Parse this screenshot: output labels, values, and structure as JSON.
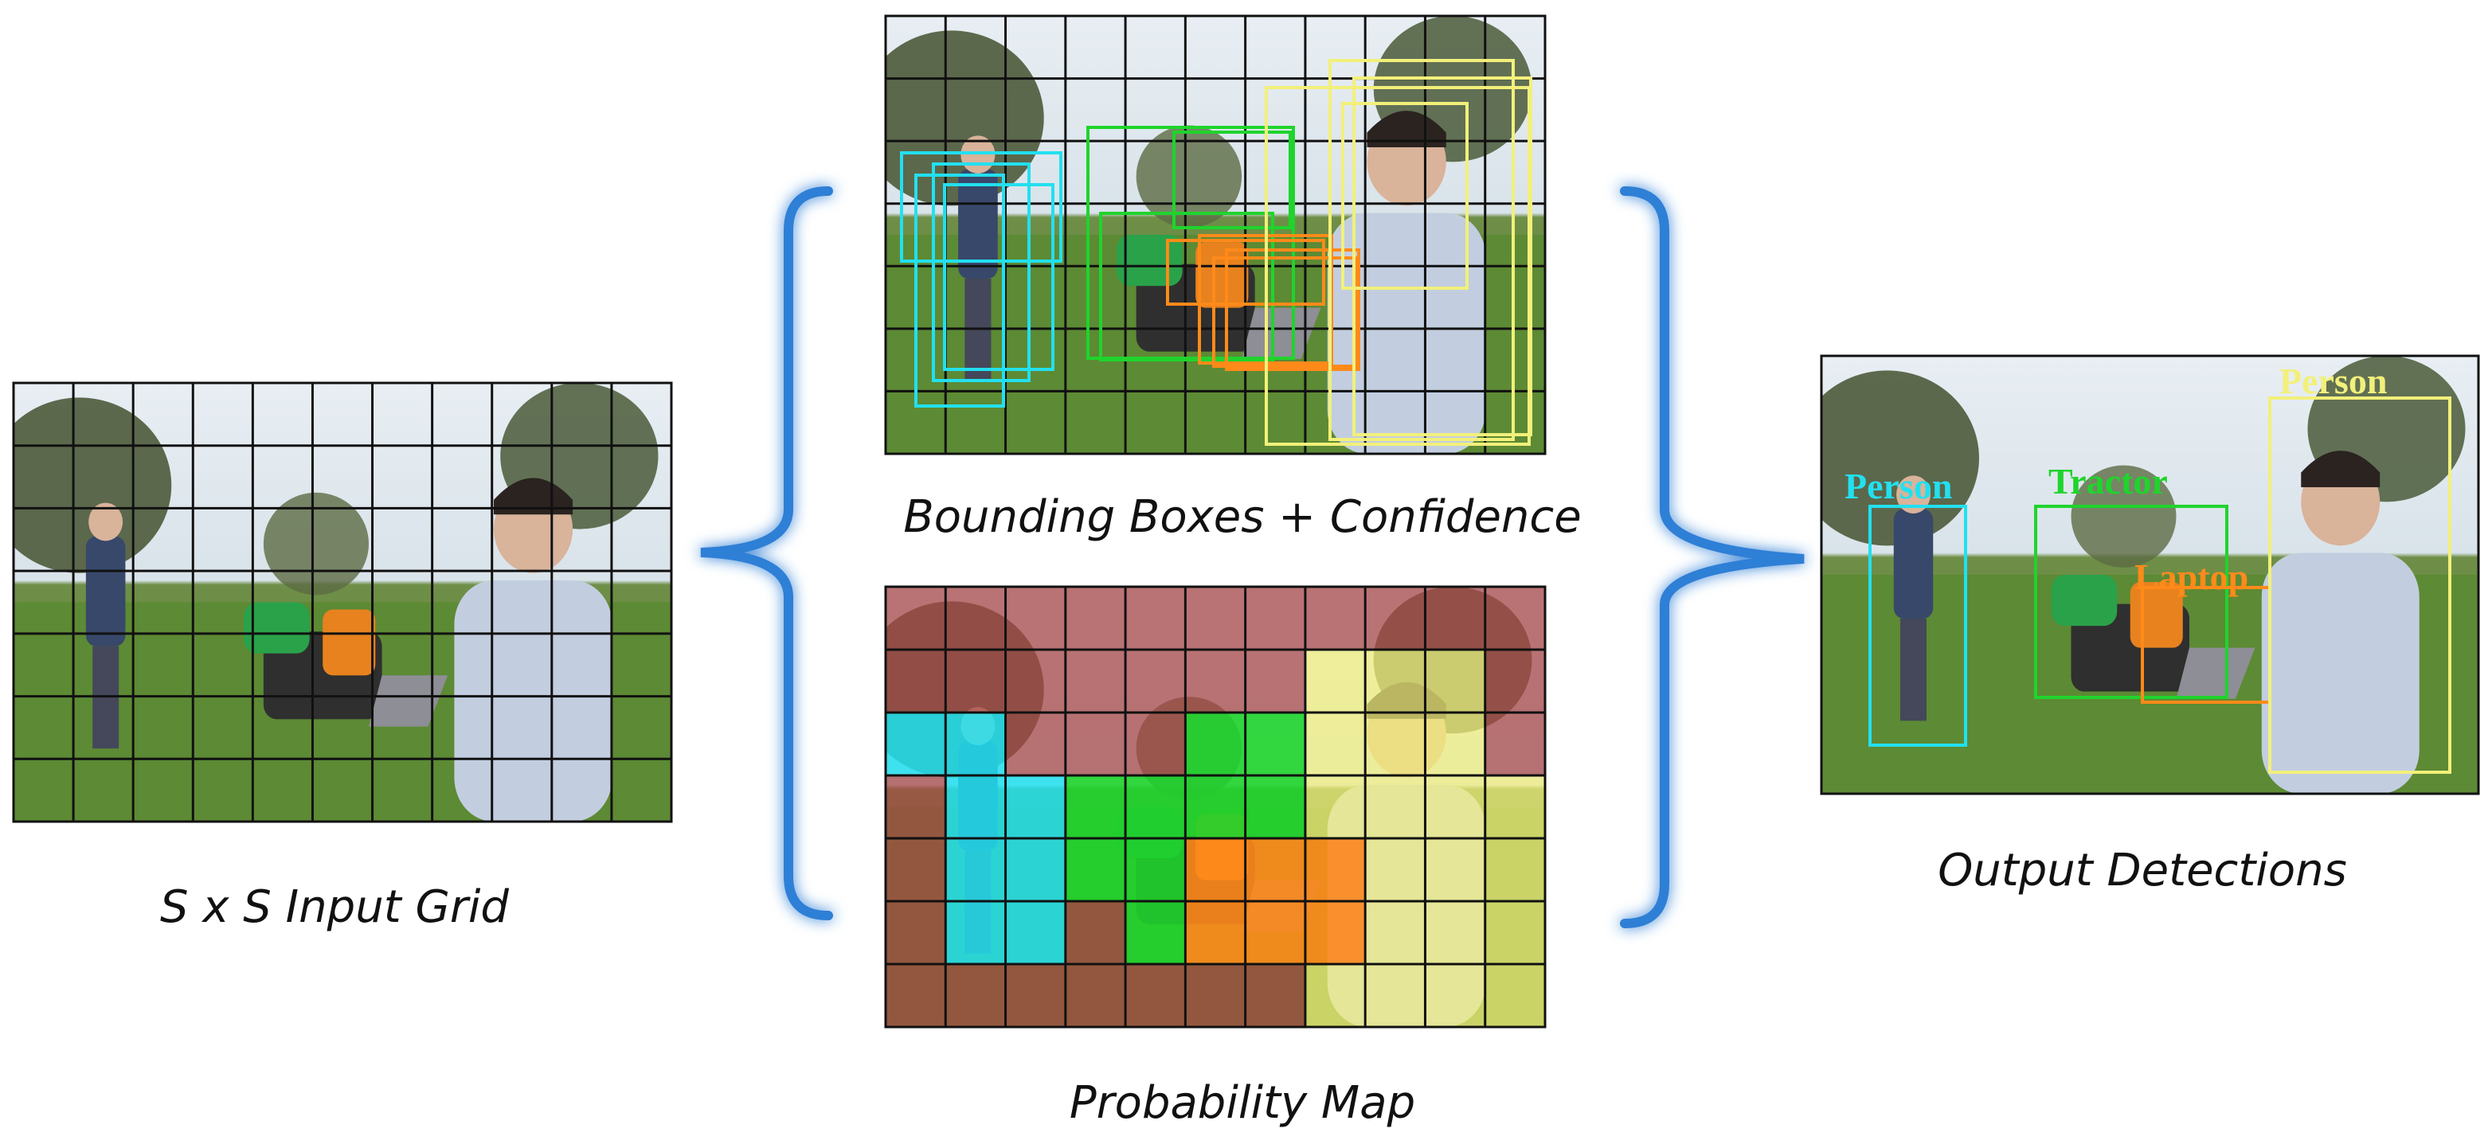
{
  "captions": {
    "input_grid": "S x S Input Grid",
    "bounding_boxes": "Bounding Boxes + Confidence",
    "probability_map": "Probability Map",
    "output_detections": "Output Detections"
  },
  "grid": {
    "columns": 11,
    "rows": 7
  },
  "colors": {
    "person_left": "#22e0f0",
    "person_right": "#f2f07a",
    "tractor": "#1fd42c",
    "laptop": "#ff8a1a",
    "background_class": "#a84444",
    "bracket": "#2f7fd6",
    "grid_line": "#111111"
  },
  "probability_map": {
    "cells": [
      [
        "bg",
        "bg",
        "bg",
        "bg",
        "bg",
        "bg",
        "bg",
        "bg",
        "bg",
        "bg",
        "bg"
      ],
      [
        "bg",
        "bg",
        "bg",
        "bg",
        "bg",
        "bg",
        "bg",
        "pr",
        "pr",
        "pr",
        "bg"
      ],
      [
        "pl",
        "pl",
        "bg",
        "bg",
        "bg",
        "tr",
        "tr",
        "pr",
        "pr",
        "pr",
        "bg"
      ],
      [
        "bg",
        "pl",
        "pl",
        "tr",
        "tr",
        "tr",
        "tr",
        "pr",
        "pr",
        "pr",
        "pr"
      ],
      [
        "bg",
        "pl",
        "pl",
        "tr",
        "tr",
        "lp",
        "lp",
        "lp",
        "pr",
        "pr",
        "pr"
      ],
      [
        "bg",
        "pl",
        "pl",
        "bg",
        "tr",
        "lp",
        "lp",
        "lp",
        "pr",
        "pr",
        "pr"
      ],
      [
        "bg",
        "bg",
        "bg",
        "bg",
        "bg",
        "bg",
        "bg",
        "pr",
        "pr",
        "pr",
        "pr"
      ]
    ]
  },
  "detections": [
    {
      "label": "Person",
      "class": "person_left"
    },
    {
      "label": "Tractor",
      "class": "tractor"
    },
    {
      "label": "Laptop",
      "class": "laptop"
    },
    {
      "label": "Person",
      "class": "person_right"
    }
  ]
}
